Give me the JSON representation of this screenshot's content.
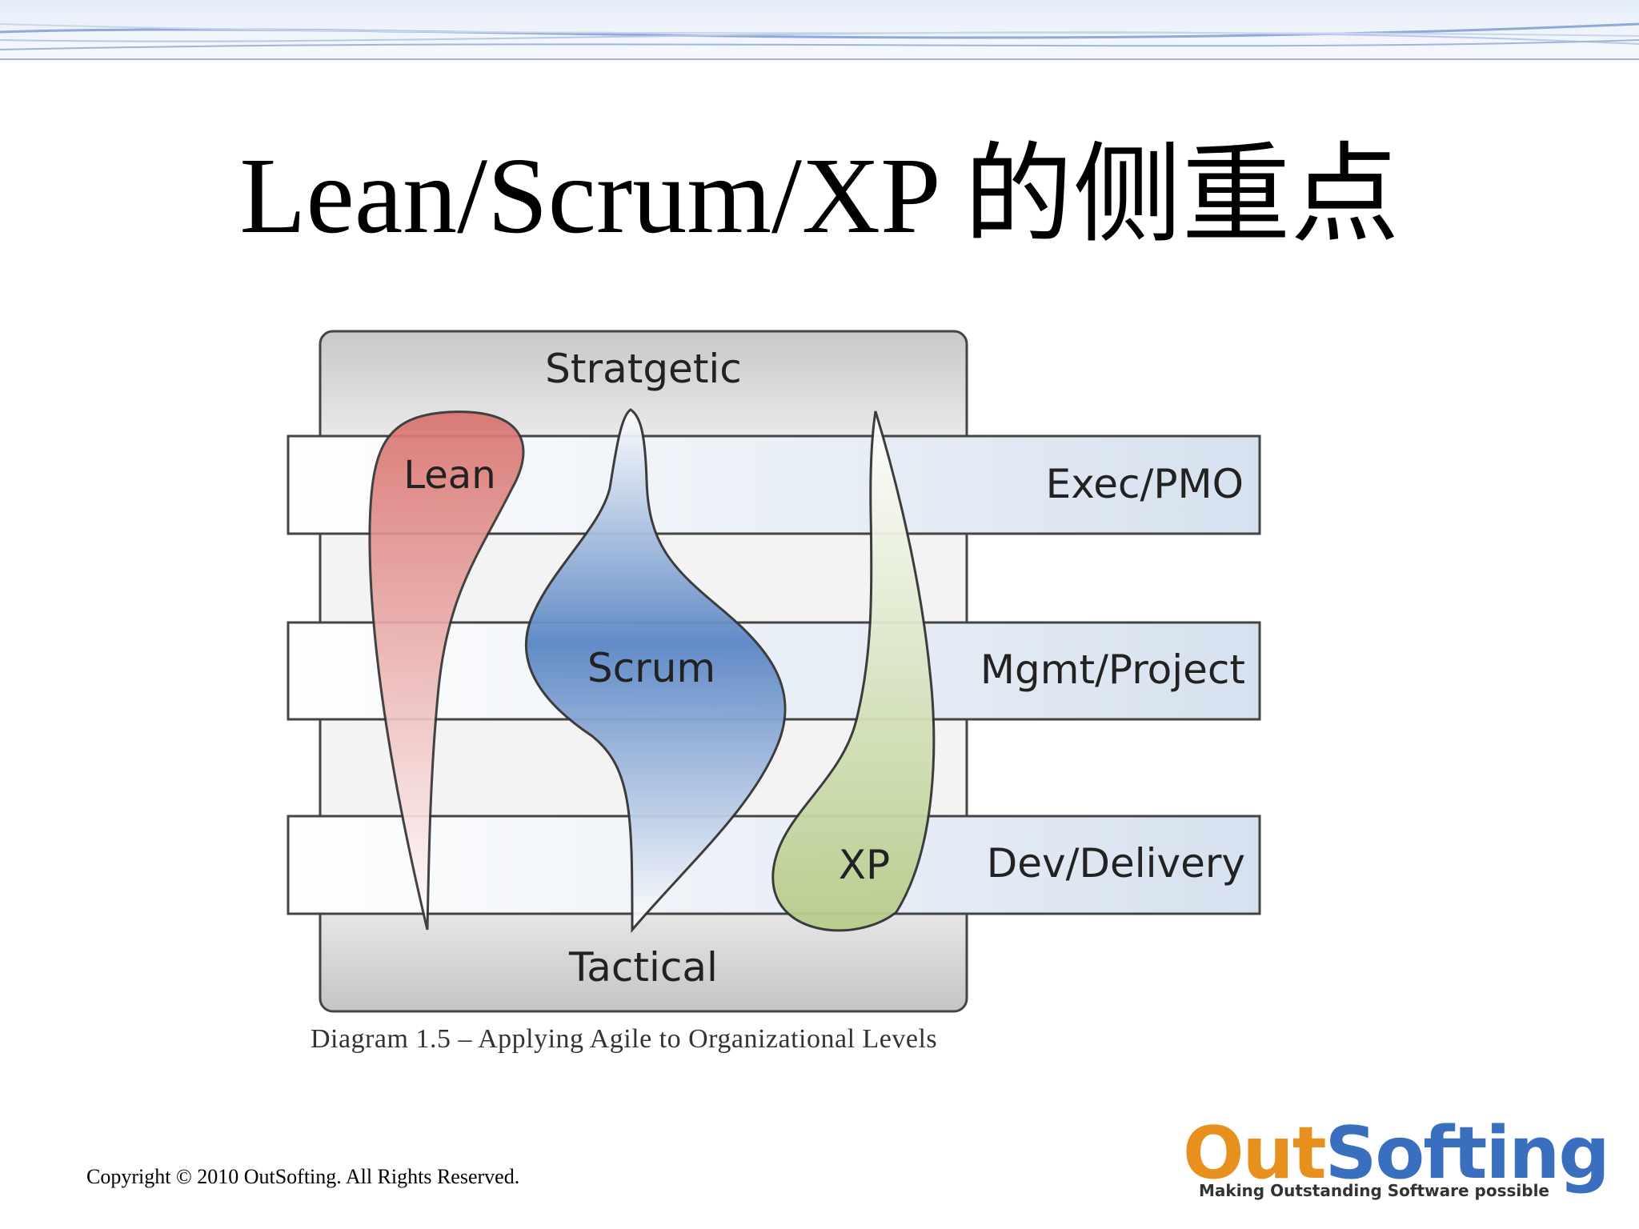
{
  "slide": {
    "title": "Lean/Scrum/XP 的侧重点",
    "copyright": "Copyright © 2010 OutSofting. All Rights Reserved."
  },
  "diagram": {
    "top_label": "Stratgetic",
    "bottom_label": "Tactical",
    "levels": [
      {
        "label": "Exec/PMO"
      },
      {
        "label": "Mgmt/Project"
      },
      {
        "label": "Dev/Delivery"
      }
    ],
    "methods": [
      {
        "label": "Lean",
        "color": "#d9726e"
      },
      {
        "label": "Scrum",
        "color": "#5b86c4"
      },
      {
        "label": "XP",
        "color": "#b6cc8a"
      }
    ],
    "caption": "Diagram 1.5 – Applying Agile to Organizational Levels"
  },
  "logo": {
    "name_part1": "Out",
    "name_part2": "Softing",
    "tagline": "Making Outstanding Software possible"
  }
}
